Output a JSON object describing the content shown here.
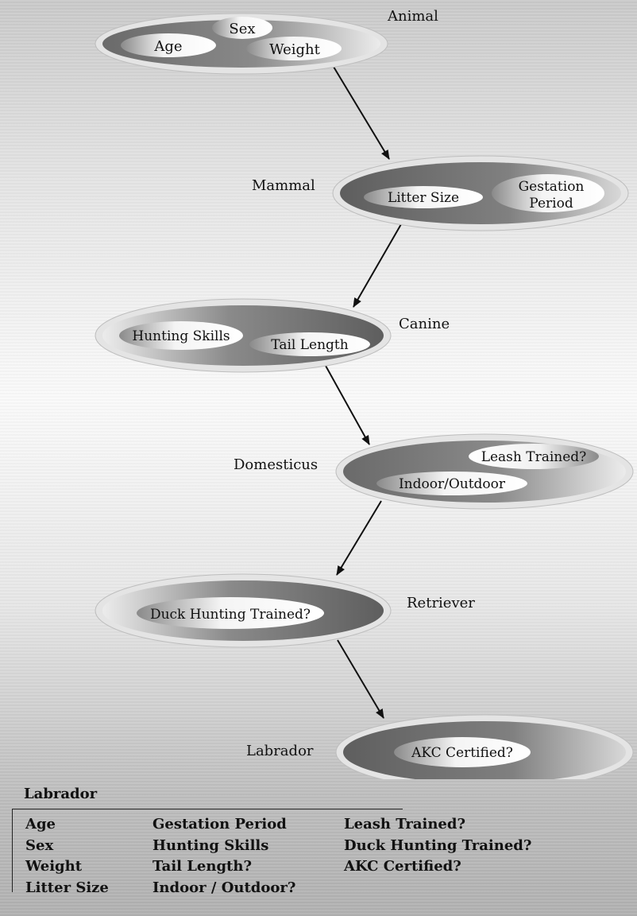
{
  "nodes": [
    {
      "id": "animal",
      "label": "Animal",
      "attributes": [
        "Sex",
        "Age",
        "Weight"
      ]
    },
    {
      "id": "mammal",
      "label": "Mammal",
      "attributes": [
        "Litter Size",
        "Gestation Period"
      ]
    },
    {
      "id": "canine",
      "label": "Canine",
      "attributes": [
        "Hunting Skills",
        "Tail Length"
      ]
    },
    {
      "id": "domesticus",
      "label": "Domesticus",
      "attributes": [
        "Leash Trained?",
        "Indoor/Outdoor"
      ]
    },
    {
      "id": "retriever",
      "label": "Retriever",
      "attributes": [
        "Duck Hunting Trained?"
      ]
    },
    {
      "id": "labrador",
      "label": "Labrador",
      "attributes": [
        "AKC Certified?"
      ]
    }
  ],
  "summary": {
    "title": "Labrador",
    "columns": [
      [
        "Age",
        "Sex",
        "Weight",
        "Litter Size"
      ],
      [
        "Gestation Period",
        "Hunting Skills",
        "Tail Length?",
        "Indoor / Outdoor?"
      ],
      [
        "Leash Trained?",
        "Duck Hunting Trained?",
        "AKC Certified?"
      ]
    ]
  }
}
